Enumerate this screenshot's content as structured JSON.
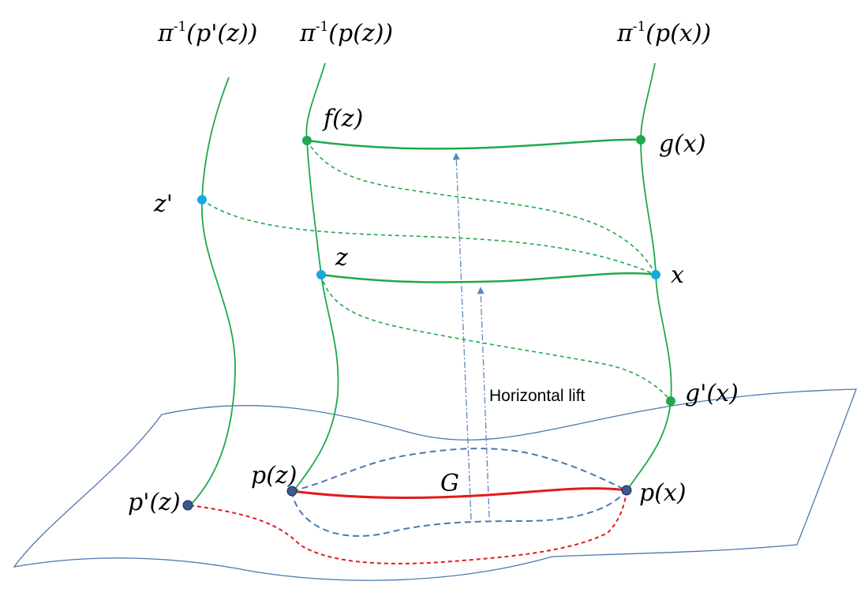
{
  "labels": {
    "fiber_pprime_z": {
      "pre": "π",
      "sup": "-1",
      "post": "(p'(z))"
    },
    "fiber_p_z": {
      "pre": "π",
      "sup": "-1",
      "post": "(p(z))"
    },
    "fiber_p_x": {
      "pre": "π",
      "sup": "-1",
      "post": "(p(x))"
    },
    "f_z": "f(z)",
    "g_x": "g(x)",
    "z_prime": "z'",
    "z": "z",
    "x": "x",
    "g_prime_x": "g'(x)",
    "p_z": "p(z)",
    "p_x": "p(x)",
    "p_prime_z": "p'(z)",
    "G": "G",
    "horizontal_lift": "Horizontal lift"
  },
  "colors": {
    "fiber": "#1fa94a",
    "point_green": "#1fa94a",
    "point_cyan": "#1aa7e0",
    "point_base": "#3a5a8c",
    "geodesic": "#e31a1c",
    "surface": "#4a78b0",
    "lift_arrow": "#5b86c0"
  }
}
